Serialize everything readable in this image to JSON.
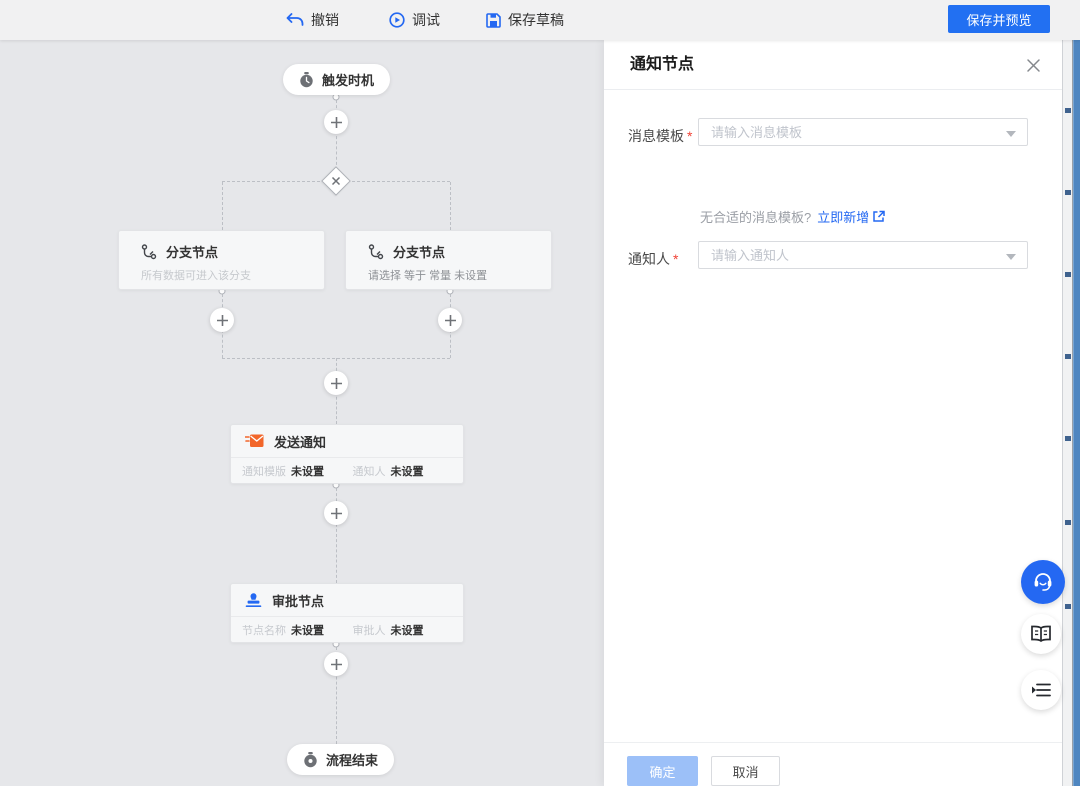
{
  "toolbar": {
    "undo_label": "撤销",
    "debug_label": "调试",
    "save_draft_label": "保存草稿",
    "save_preview_label": "保存并预览"
  },
  "flow": {
    "trigger_label": "触发时机",
    "end_label": "流程结束",
    "branch_left": {
      "title": "分支节点",
      "subtitle": "所有数据可进入该分支"
    },
    "branch_right": {
      "title": "分支节点",
      "subtitle": "请选择 等于 常量 未设置"
    },
    "notify_node": {
      "title": "发送通知",
      "fields": [
        {
          "label": "通知模版",
          "value": "未设置"
        },
        {
          "label": "通知人",
          "value": "未设置"
        }
      ]
    },
    "approval_node": {
      "title": "审批节点",
      "fields": [
        {
          "label": "节点名称",
          "value": "未设置"
        },
        {
          "label": "审批人",
          "value": "未设置"
        }
      ]
    }
  },
  "panel": {
    "title": "通知节点",
    "message_template": {
      "label": "消息模板",
      "required_mark": "*",
      "placeholder": "请输入消息模板"
    },
    "notify_person": {
      "label": "通知人",
      "required_mark": "*",
      "placeholder": "请输入通知人"
    },
    "hint_text": "无合适的消息模板?",
    "hint_link": "立即新增",
    "confirm_label": "确定",
    "cancel_label": "取消"
  },
  "colors": {
    "accent_blue": "#2468F2",
    "canvas_bg": "#E6E7EA",
    "notify_icon_orange": "#F2662A",
    "disabled_confirm": "#9CC0F8"
  }
}
